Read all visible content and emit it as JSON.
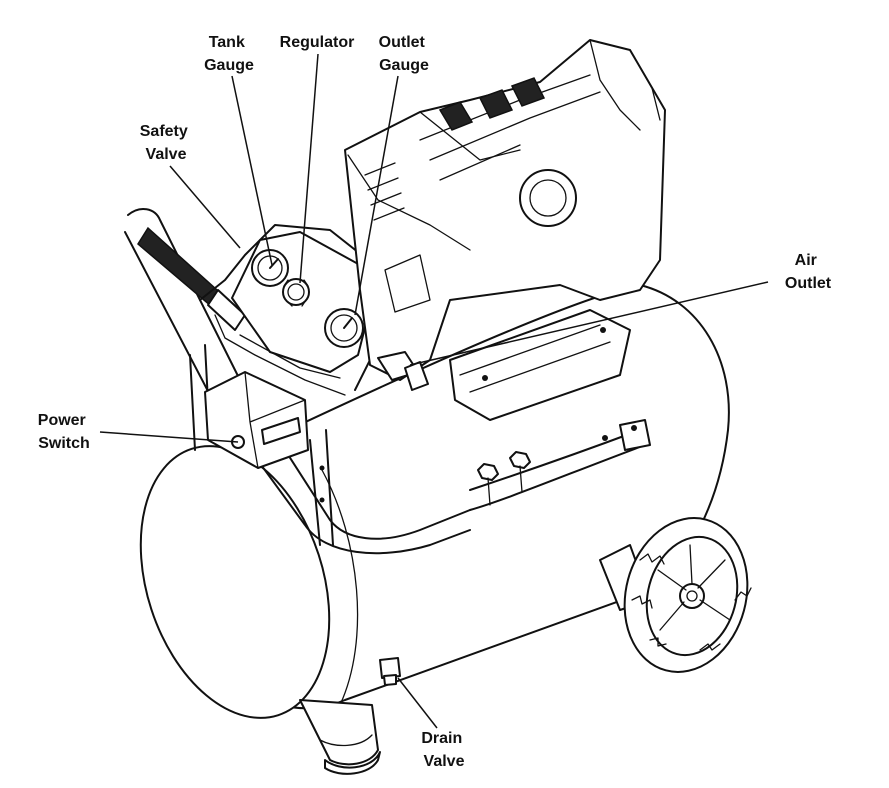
{
  "labels": {
    "tank_gauge": [
      "Tank",
      "Gauge"
    ],
    "regulator": [
      "Regulator"
    ],
    "outlet_gauge": [
      "Outlet",
      "Gauge"
    ],
    "safety_valve": [
      "Safety",
      "Valve"
    ],
    "air_outlet": [
      "Air",
      "Outlet"
    ],
    "power_switch": [
      "Power",
      "Switch"
    ],
    "drain_valve": [
      "Drain",
      "Valve"
    ]
  },
  "icons": [
    "air-compressor-illustration",
    "tank",
    "handle",
    "motor",
    "wheel",
    "foot"
  ]
}
